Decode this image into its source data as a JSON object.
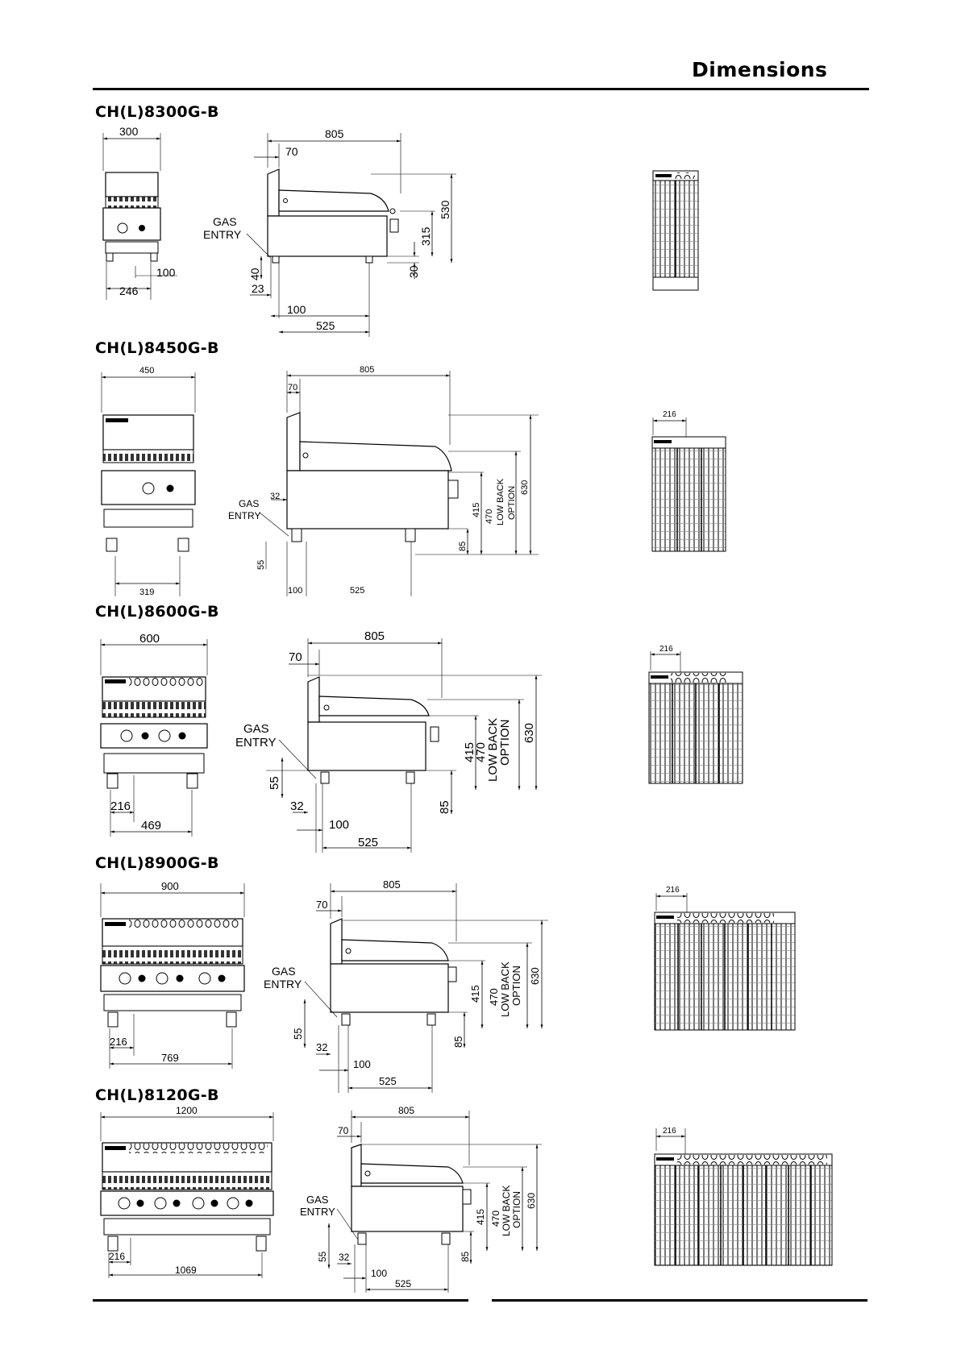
{
  "header": {
    "title": "Dimensions"
  },
  "common": {
    "gas_entry_line1": "GAS",
    "gas_entry_line2": "ENTRY",
    "low_back_line1": "LOW BACK",
    "low_back_line2": "OPTION"
  },
  "sections": [
    {
      "model": "CH(L)8300G-B",
      "width": "300",
      "foot_span": "246",
      "gas_offset": "100",
      "depth": "805",
      "back_offset": "70",
      "height": "530",
      "body_height": "315",
      "foot_height": "30",
      "left_a": "40",
      "left_b": "23",
      "base_a": "100",
      "base_b": "525"
    },
    {
      "model": "CH(L)8450G-B",
      "width": "450",
      "foot_span": "319",
      "depth": "805",
      "back_offset": "70",
      "gas_x": "32",
      "left_a": "55",
      "base_a": "100",
      "base_b": "525",
      "h1": "415",
      "h2": "470",
      "h3": "630",
      "foot_height": "85",
      "plan_offset": "216"
    },
    {
      "model": "CH(L)8600G-B",
      "width": "600",
      "foot_left": "216",
      "foot_span": "469",
      "depth": "805",
      "back_offset": "70",
      "left_a": "55",
      "left_b": "32",
      "base_a": "100",
      "base_b": "525",
      "h1": "415",
      "h2": "470",
      "h3": "630",
      "foot_height": "85",
      "plan_offset": "216"
    },
    {
      "model": "CH(L)8900G-B",
      "width": "900",
      "foot_left": "216",
      "foot_span": "769",
      "depth": "805",
      "back_offset": "70",
      "left_a": "55",
      "left_b": "32",
      "base_a": "100",
      "base_b": "525",
      "h1": "415",
      "h2": "470",
      "h3": "630",
      "foot_height": "85",
      "plan_offset": "216"
    },
    {
      "model": "CH(L)8120G-B",
      "width": "1200",
      "foot_left": "216",
      "foot_span": "1069",
      "depth": "805",
      "back_offset": "70",
      "left_a": "55",
      "left_b": "32",
      "base_a": "100",
      "base_b": "525",
      "h1": "415",
      "h2": "470",
      "h3": "630",
      "foot_height": "85",
      "plan_offset": "216"
    }
  ]
}
